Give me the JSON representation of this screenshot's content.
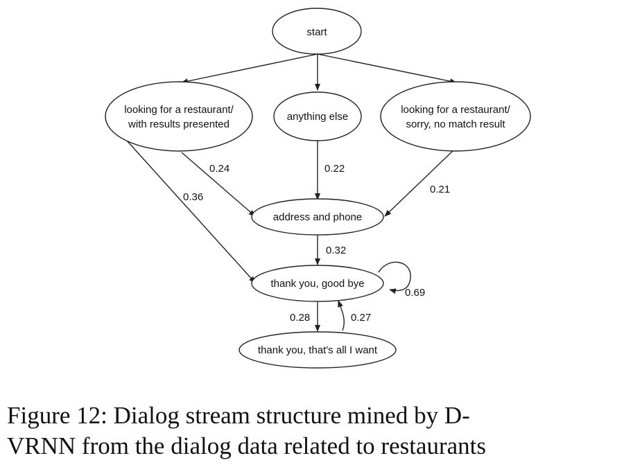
{
  "diagram": {
    "nodes": {
      "start": "start",
      "results": [
        "looking for a restaurant/",
        "with results presented"
      ],
      "anything_else": "anything else",
      "no_match": [
        "looking for a restaurant/",
        "sorry, no match result"
      ],
      "address": "address and phone",
      "thank_you": "thank you, good bye",
      "all_i_want": "thank you, that's all I want"
    },
    "edge_labels": {
      "results_to_address": "0.24",
      "results_to_thankyou": "0.36",
      "anything_to_address": "0.22",
      "nomatch_to_address": "0.21",
      "address_to_thankyou": "0.32",
      "thankyou_self": "0.69",
      "thankyou_to_alliwant": "0.28",
      "alliwant_to_thankyou": "0.27"
    }
  },
  "caption": {
    "line1": "Figure 12:  Dialog stream structure mined by D-",
    "line2": "VRNN from the dialog data related to restaurants"
  }
}
